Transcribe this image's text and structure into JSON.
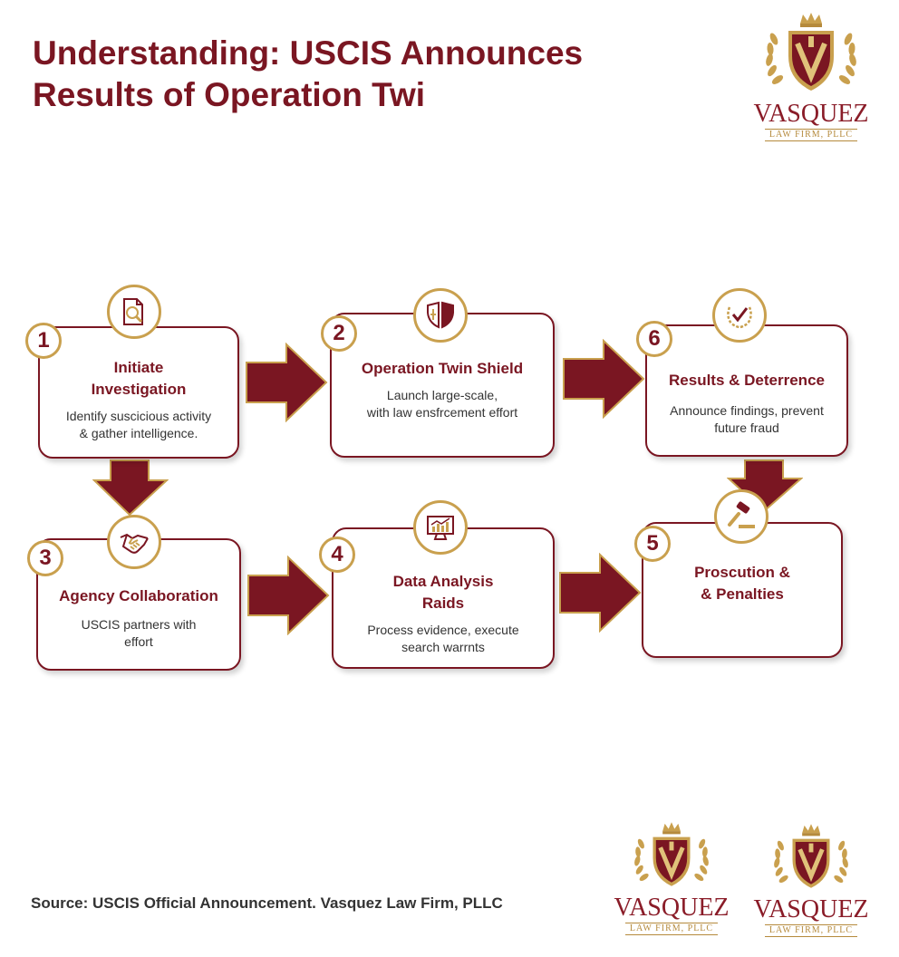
{
  "title": "Understanding: USCIS Announces Results of Operation Twi",
  "logo": {
    "name": "VASQUEZ",
    "subtitle": "LAW FIRM, PLLC"
  },
  "steps": [
    {
      "number": "1",
      "title": "Initiate\nInvestigation",
      "desc": "Identify suscicious activity\n& gather intelligence.",
      "icon": "document-search-icon"
    },
    {
      "number": "2",
      "title": "Operation Twin Shield",
      "desc": "Launch large-scale,\nwith law ensfrcement effort",
      "icon": "twin-shield-icon"
    },
    {
      "number": "6",
      "title": "Results & Deterrence",
      "desc": "Announce findings, prevent\nfuture fraud",
      "icon": "laurel-check-icon"
    },
    {
      "number": "3",
      "title": "Agency Collaboration",
      "desc": "USCIS partners with\neffort",
      "icon": "handshake-icon"
    },
    {
      "number": "4",
      "title": "Data Analysis\nRaids",
      "desc": "Process evidence, execute\nsearch warrnts",
      "icon": "analytics-monitor-icon"
    },
    {
      "number": "5",
      "title": "Proscution &\n& Penalties",
      "desc": "",
      "icon": "gavel-icon"
    }
  ],
  "source": "Source: USCIS Official Announcement. Vasquez Law Firm, PLLC",
  "colors": {
    "maroon": "#7a1622",
    "gold": "#c9a04e",
    "text": "#333333"
  }
}
